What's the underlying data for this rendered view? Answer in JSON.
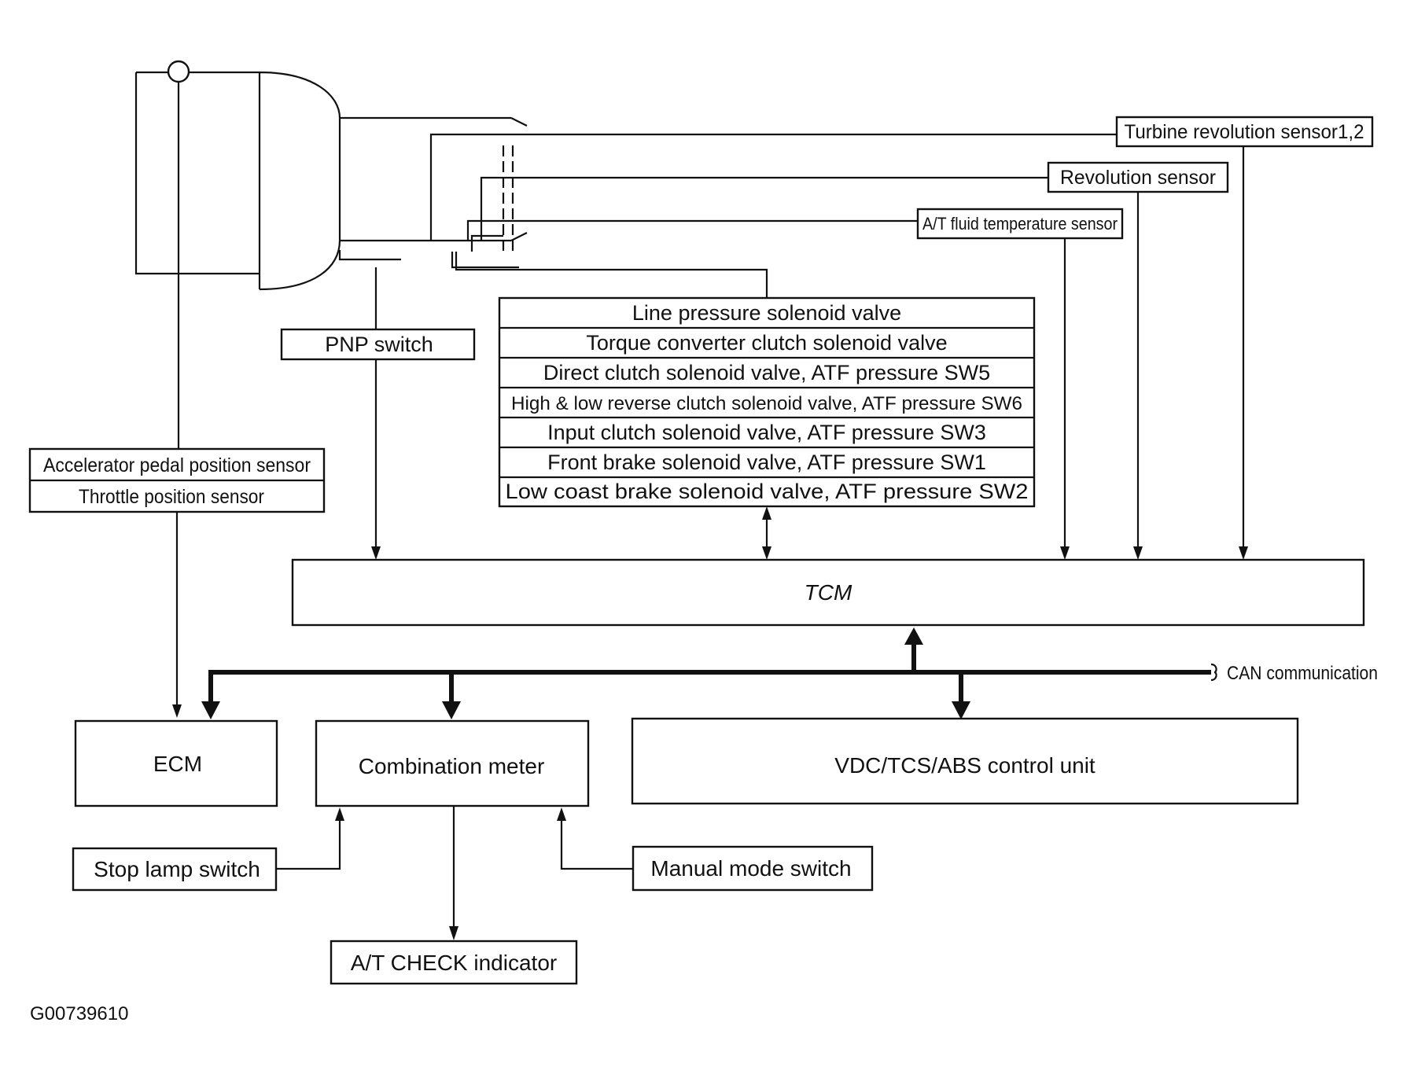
{
  "sensors": {
    "turbine": "Turbine revolution sensor1,2",
    "revolution": "Revolution sensor",
    "fluid_temp": "A/T fluid temperature sensor",
    "pnp": "PNP switch",
    "accel": "Accelerator pedal position sensor",
    "throttle": "Throttle position sensor"
  },
  "valves": [
    "Line pressure solenoid valve",
    "Torque converter clutch solenoid valve",
    "Direct clutch solenoid valve,  ATF pressure SW5",
    "High & low reverse clutch solenoid valve, ATF pressure SW6",
    "Input clutch solenoid valve,  ATF pressure SW3",
    "Front brake solenoid valve,  ATF pressure SW1",
    "Low coast  brake solenoid valve, ATF pressure SW2"
  ],
  "units": {
    "tcm": "TCM",
    "ecm": "ECM",
    "meter": "Combination meter",
    "vdc": "VDC/TCS/ABS control unit",
    "stop_lamp": "Stop lamp switch",
    "manual_mode": "Manual mode switch",
    "at_check": "A/T CHECK indicator"
  },
  "can_label": "CAN communication",
  "figure_id": "G00739610"
}
